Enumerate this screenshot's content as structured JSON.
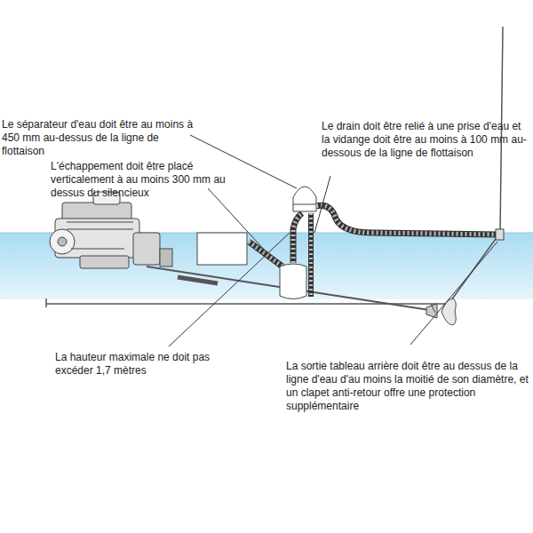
{
  "diagram": {
    "labels": [
      "Le séparateur d'eau doit être au moins à 450 mm au-dessus de la ligne de flottaison",
      "L'échappement doit être placé verticalement à au moins 300 mm au dessus du silencieux",
      "Le drain doit être relié à une prise d'eau et la vidange doit être au moins à 100 mm au-dessous de la ligne de flottaison",
      "La hauteur maximale ne doit pas excéder 1,7 mètres",
      "La sortie tableau arrière doit être au dessus de la ligne d'eau d'au moins la moitié de son diamètre, et un clapet anti-retour offre une protection supplémentaire"
    ]
  }
}
